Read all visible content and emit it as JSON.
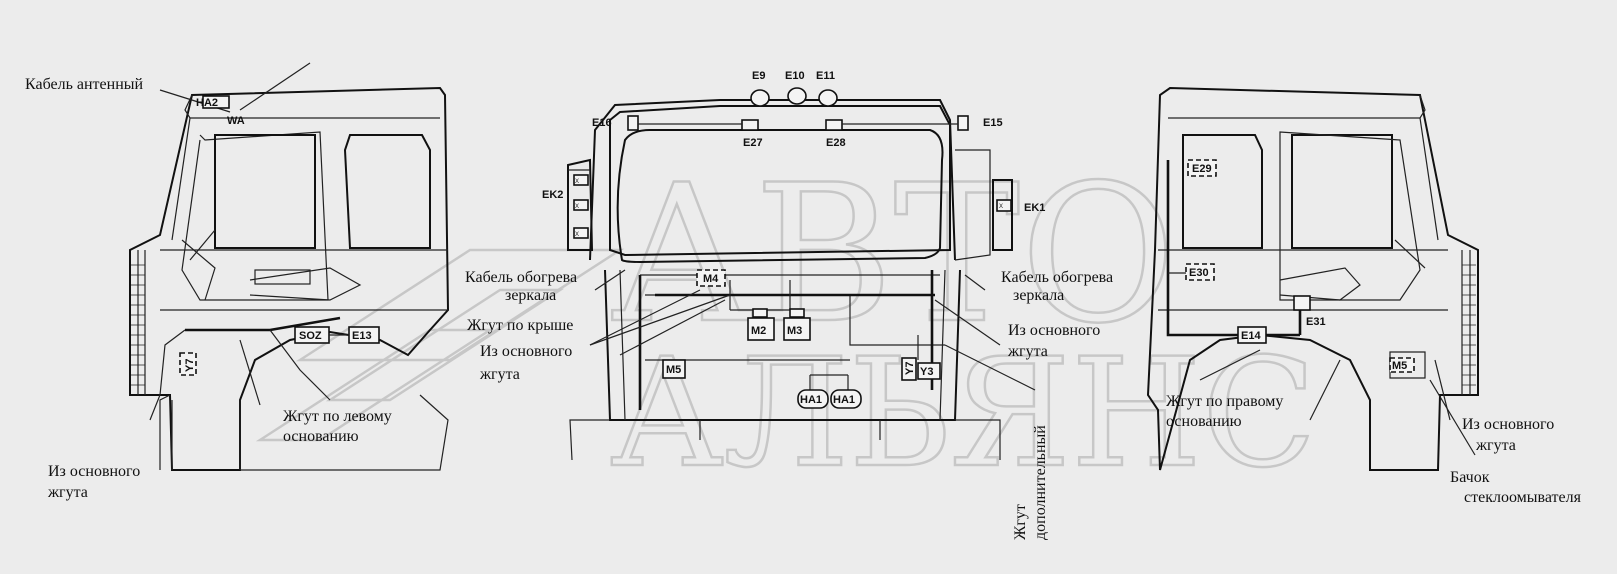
{
  "watermark": {
    "line1": "АВТО",
    "line2": "АЛЬЯНС"
  },
  "labels": {
    "antenna_cable": "Кабель антенный",
    "mirror_heat_left_1": "Кабель обогрева",
    "mirror_heat_left_2": "зеркала",
    "roof_harness": "Жгут по крыше",
    "main_harness_center_1": "Из основного",
    "main_harness_center_2": "жгута",
    "left_base_harness_1": "Жгут по левому",
    "left_base_harness_2": "основанию",
    "main_harness_left_1": "Из основного",
    "main_harness_left_2": "жгута",
    "mirror_heat_right_1": "Кабель обогрева",
    "mirror_heat_right_2": "зеркала",
    "main_harness_right_1": "Из основного",
    "main_harness_right_2": "жгута",
    "additional_harness_1": "Жгут",
    "additional_harness_2": "дополнительный",
    "right_base_harness_1": "Жгут по правому",
    "right_base_harness_2": "основанию",
    "main_harness_far_1": "Из основного",
    "main_harness_far_2": "жгута",
    "washer_tank_1": "Бачок",
    "washer_tank_2": "стеклоомывателя"
  },
  "components": {
    "ha2": "HA2",
    "wa": "WA",
    "soz": "SOZ",
    "e13_left": "E13",
    "y7_left": "Y7",
    "e9": "E9",
    "e10": "E10",
    "e11": "E11",
    "e16": "E16",
    "e15": "E15",
    "e27": "E27",
    "e28": "E28",
    "ek2": "EK2",
    "ek1": "EK1",
    "m4": "M4",
    "m2": "M2",
    "m3": "M3",
    "m5_center": "M5",
    "ha1_a": "HA1",
    "ha1_b": "HA1",
    "y7_center": "Y7",
    "y3": "Y3",
    "e29": "E29",
    "e30": "E30",
    "e14": "E14",
    "e31": "E31",
    "m5_right": "M5"
  }
}
